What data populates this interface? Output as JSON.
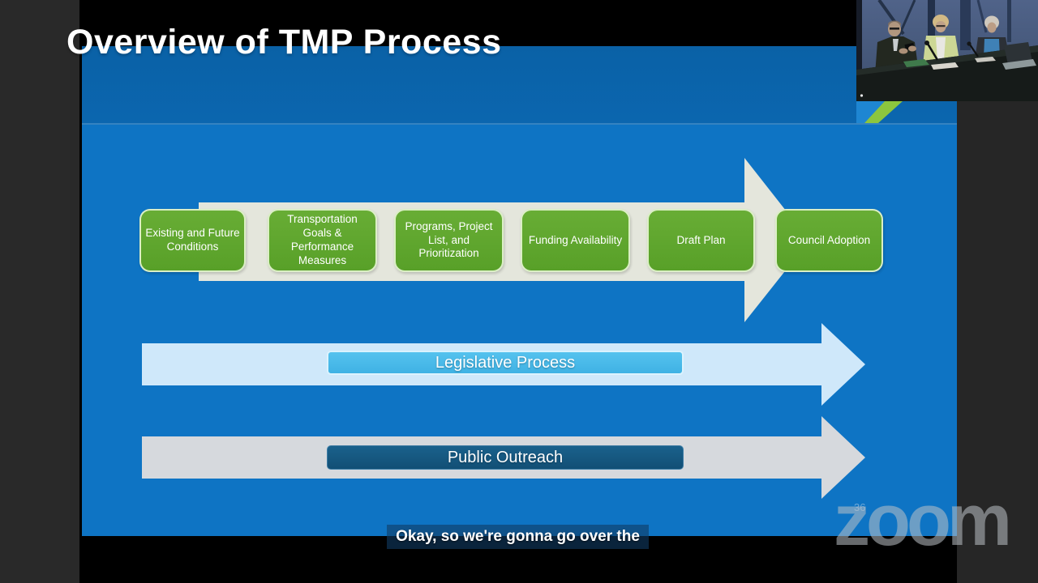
{
  "app": {
    "watermark_text": "zoom"
  },
  "slide": {
    "title": "Overview of TMP Process",
    "page_number": "36",
    "process_steps": [
      "Existing and Future Conditions",
      "Transportation Goals & Performance Measures",
      "Programs, Project List, and Prioritization",
      "Funding Availability",
      "Draft Plan",
      "Council Adoption"
    ],
    "overlay_banners": [
      "Legislative Process",
      "Public Outreach"
    ],
    "colors": {
      "slide_header_blue": "#0a64ab",
      "slide_body_blue": "#0e74c4",
      "step_green": "#5fa52d",
      "process_arrow": "#e4e6dc",
      "legislative_arrow": "#cfe8fa",
      "legislative_pill": "#49bbea",
      "outreach_arrow": "#d6d9dd",
      "outreach_pill": "#15577f",
      "accent_stripe_green": "#8cc63e"
    }
  },
  "caption": {
    "text": "Okay, so we're gonna go over the"
  }
}
